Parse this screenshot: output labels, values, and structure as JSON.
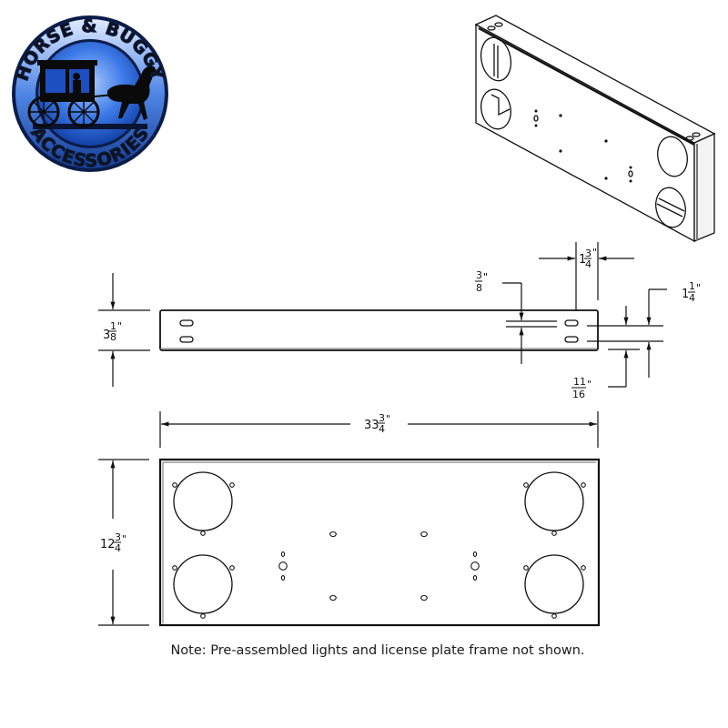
{
  "logo": {
    "top_text": "HORSE & BUGGY",
    "bottom_text": "ACCESSORIES",
    "colors": {
      "primary": "#2a66d6",
      "dark": "#0d2a6b",
      "light": "#9cc2ff",
      "silhouette": "#0a0a0a"
    }
  },
  "views": {
    "isometric": {
      "label": "isometric-view"
    },
    "side": {
      "label": "side-view"
    },
    "front": {
      "label": "front-view"
    }
  },
  "dimensions": {
    "side_height": {
      "whole": "3",
      "num": "1",
      "den": "8",
      "unit": "\""
    },
    "slot_spacing": {
      "whole": "",
      "num": "3",
      "den": "8",
      "unit": "\""
    },
    "edge_offset": {
      "whole": "1",
      "num": "3",
      "den": "4",
      "unit": "\""
    },
    "top_gap": {
      "whole": "1",
      "num": "1",
      "den": "4",
      "unit": "\""
    },
    "bottom_gap": {
      "whole": "",
      "num": "11",
      "den": "16",
      "unit": "\""
    },
    "overall_length": {
      "whole": "33",
      "num": "3",
      "den": "4",
      "unit": "\""
    },
    "overall_height": {
      "whole": "12",
      "num": "3",
      "den": "4",
      "unit": "\""
    }
  },
  "note": "Note: Pre-assembled lights and license plate frame not shown.",
  "colors": {
    "line": "#111111",
    "background": "#ffffff"
  }
}
